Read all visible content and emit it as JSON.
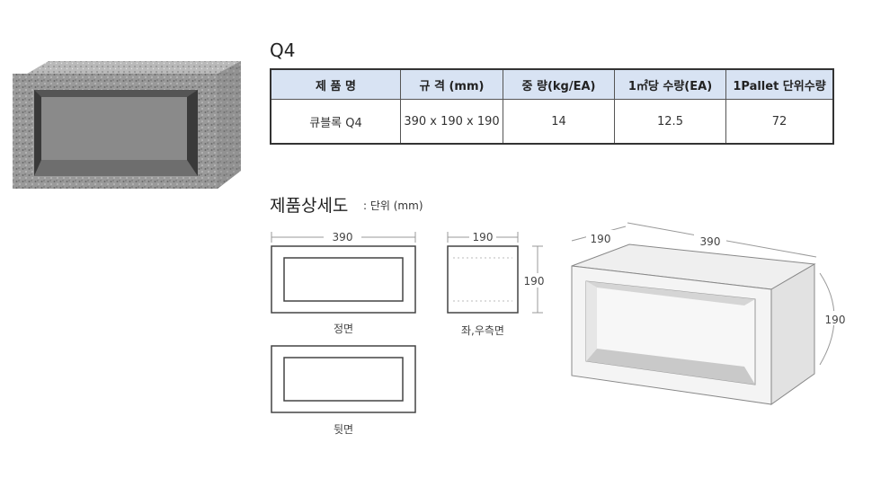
{
  "product_code": "Q4",
  "table": {
    "headers": [
      "제 품 명",
      "규 격 (mm)",
      "중 량(kg/EA)",
      "1㎡당 수량(EA)",
      "1Pallet 단위수량"
    ],
    "rows": [
      [
        "큐블록 Q4",
        "390 x 190 x 190",
        "14",
        "12.5",
        "72"
      ]
    ]
  },
  "detail": {
    "title": "제품상세도",
    "unit_note": ": 단위 (mm)"
  },
  "drawings": {
    "front": {
      "label": "정면",
      "width": "390"
    },
    "side": {
      "label": "좌,우측면",
      "width": "190",
      "height": "190"
    },
    "back": {
      "label": "뒷면"
    },
    "iso": {
      "depth": "190",
      "width": "390",
      "height": "190"
    }
  }
}
